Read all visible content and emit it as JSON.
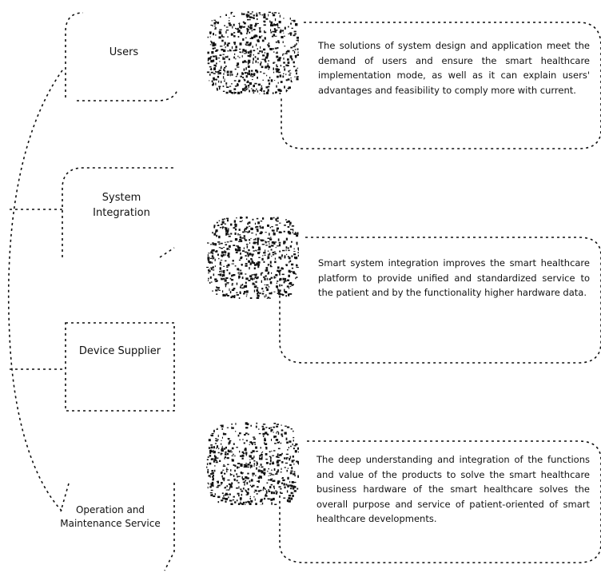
{
  "nodes": [
    {
      "label": "Users"
    },
    {
      "label": "System Integration"
    },
    {
      "label": "Device Supplier"
    },
    {
      "label": "Operation and Maintenance Service"
    }
  ],
  "descriptions": [
    {
      "text": "The solutions of system design and application meet the demand of users and ensure the smart healthcare implementation mode, as well as it can explain users' advantages and feasibility to comply more with current."
    },
    {
      "text": "Smart system integration improves the smart healthcare platform to provide unified and standardized service to the patient and by the functionality higher hardware data."
    },
    {
      "text": "The deep understanding and integration of the functions and value of the products to solve the smart healthcare business hardware of the smart healthcare solves the overall purpose and service of patient-oriented of smart healthcare developments."
    }
  ]
}
